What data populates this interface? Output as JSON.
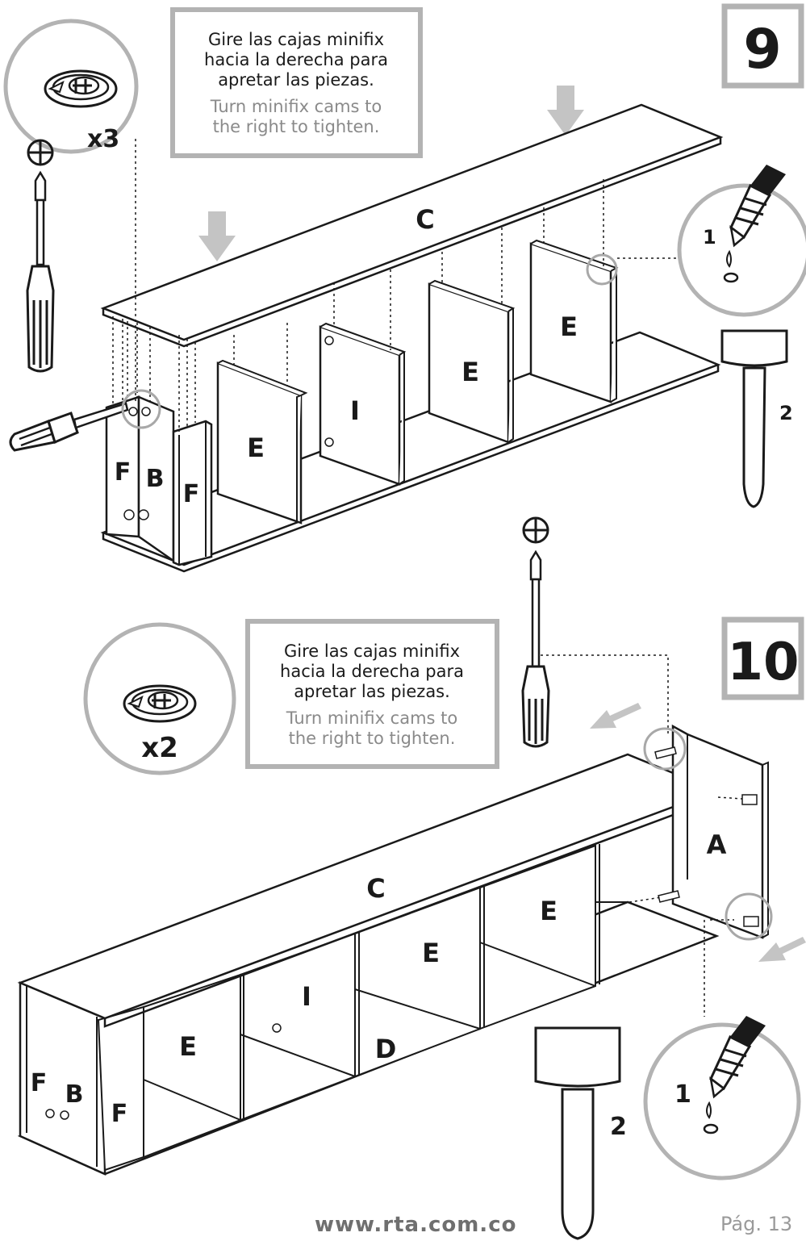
{
  "step9": {
    "number": "9",
    "note_es": [
      "Gire las cajas minifix",
      "hacia la derecha para",
      "apretar las piezas."
    ],
    "note_en": [
      "Turn minifix cams to",
      "the right to tighten."
    ],
    "cam_count": "x3",
    "glue_label": "1",
    "hammer_label": "2",
    "parts": {
      "c": "C",
      "e1": "E",
      "e2": "E",
      "e3": "E",
      "i": "I",
      "f1": "F",
      "b": "B",
      "f2": "F"
    }
  },
  "step10": {
    "number": "10",
    "note_es": [
      "Gire las cajas minifix",
      "hacia la derecha para",
      "apretar las piezas."
    ],
    "note_en": [
      "Turn minifix cams to",
      "the right to tighten."
    ],
    "cam_count": "x2",
    "glue_label": "1",
    "hammer_label": "2",
    "parts": {
      "c": "C",
      "a": "A",
      "e1": "E",
      "e2": "E",
      "e3": "E",
      "i": "I",
      "d": "D",
      "f1": "F",
      "b": "B",
      "f2": "F"
    }
  },
  "footer": {
    "url": "www.rta.com.co",
    "page": "Pág. 13"
  },
  "colors": {
    "line": "#1a1a1a",
    "accent_gray": "#b3b3b3",
    "arrow_gray": "#bdbdbd"
  },
  "icons": [
    "phillips-icon",
    "screwdriver-icon",
    "minifix-cam-icon",
    "glue-bottle-icon",
    "mallet-icon",
    "down-arrow-icon"
  ]
}
